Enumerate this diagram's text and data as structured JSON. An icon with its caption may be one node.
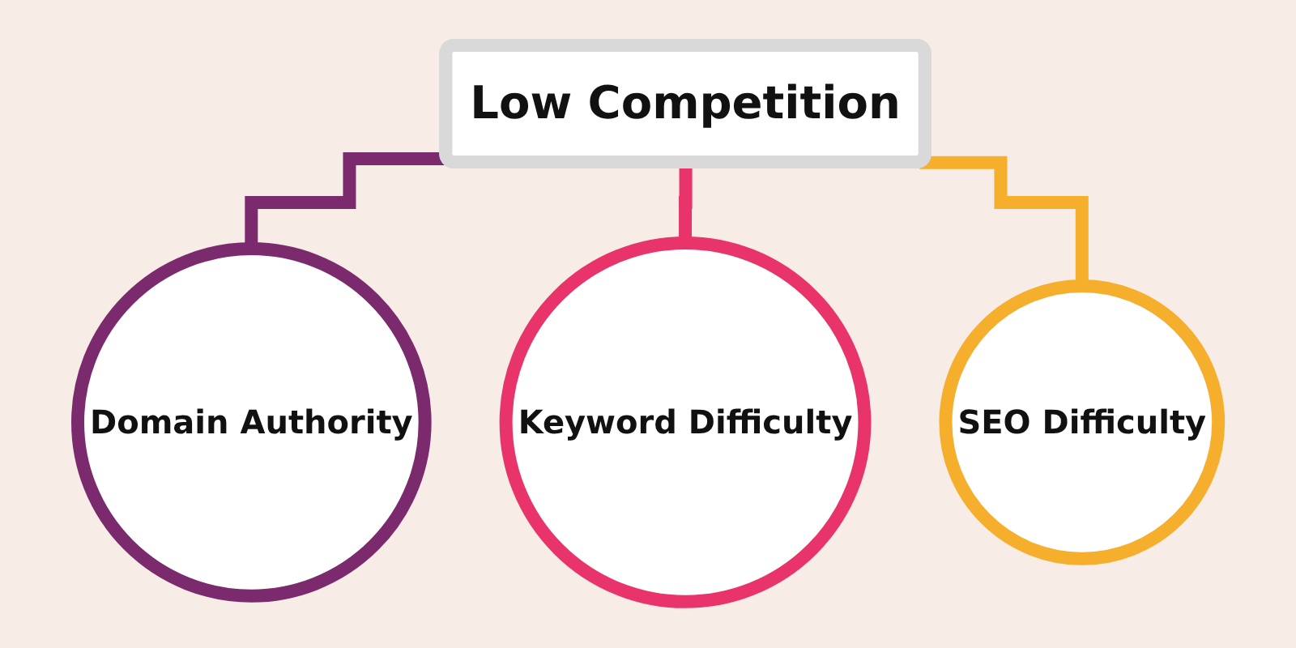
{
  "diagram": {
    "nodes": [
      {
        "text": [
          "Low Competition"
        ]
      },
      {
        "text": [
          "Domain Authority"
        ]
      },
      {
        "text": [
          "Keyword Difficulty"
        ]
      },
      {
        "text": [
          "SEO Difficulty"
        ]
      }
    ],
    "edges": [
      {
        "from": 0,
        "to": 1,
        "arrow": "none",
        "color": "#7b2a6e"
      },
      {
        "from": 0,
        "to": 2,
        "arrow": "none",
        "color": "#e8336b"
      },
      {
        "from": 0,
        "to": 3,
        "arrow": "none",
        "color": "#f6ae2d"
      }
    ]
  }
}
